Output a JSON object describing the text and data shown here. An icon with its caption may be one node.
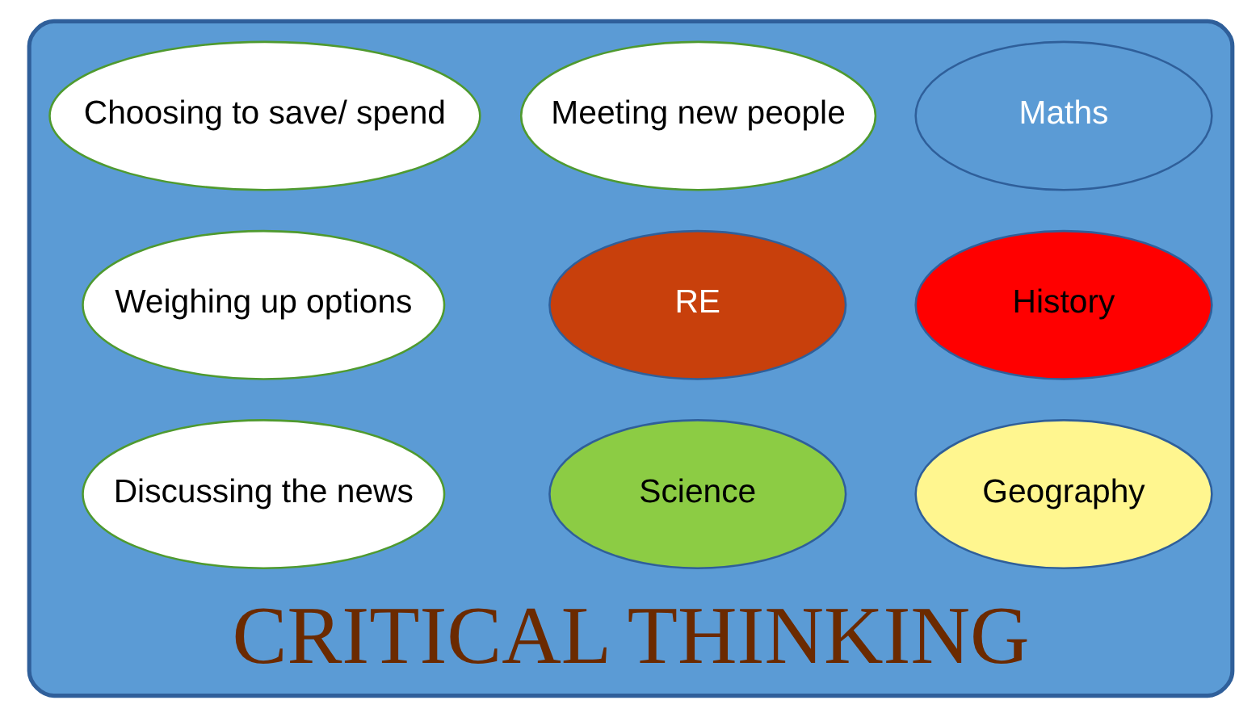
{
  "diagram": {
    "nodes": [
      {
        "text": [
          "CRITICAL THINKING"
        ]
      },
      {
        "text": [
          "Choosing to save/ spend"
        ],
        "in": 0
      },
      {
        "text": [
          "Weighing up options"
        ],
        "in": 0
      },
      {
        "text": [
          "Discussing the news"
        ],
        "in": 0
      },
      {
        "text": [
          "Meeting new people"
        ],
        "in": 0
      },
      {
        "text": [
          "RE"
        ],
        "in": 0
      },
      {
        "text": [
          "Science"
        ],
        "in": 0
      },
      {
        "text": [
          "Maths"
        ],
        "in": 0
      },
      {
        "text": [
          "History"
        ],
        "in": 0
      },
      {
        "text": [
          "Geography"
        ],
        "in": 0
      }
    ],
    "edges": []
  }
}
